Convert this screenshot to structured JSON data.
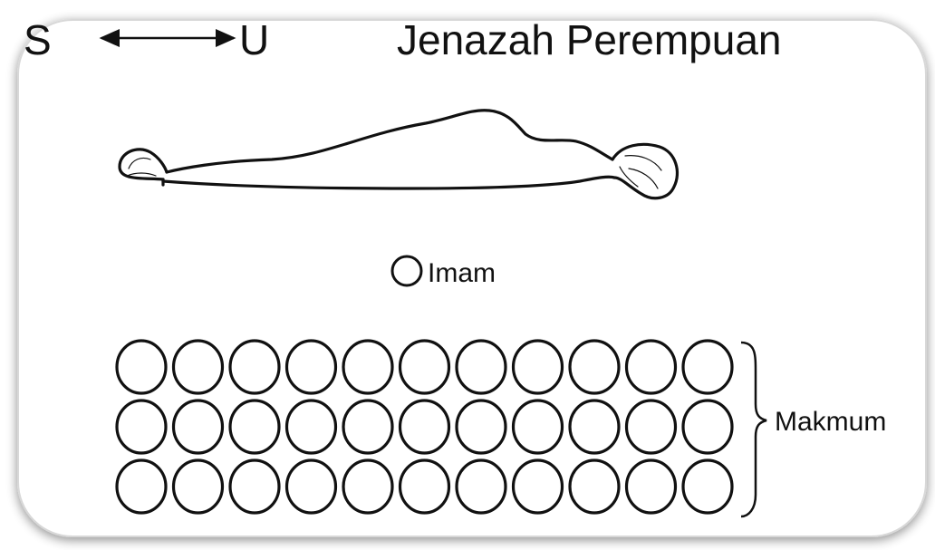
{
  "diagram": {
    "direction": {
      "from": "S",
      "to": "U"
    },
    "title": "Jenazah Perempuan",
    "imam_label": "Imam",
    "makmum_label": "Makmum",
    "makmum_rows": 3,
    "makmum_per_row": 11
  }
}
